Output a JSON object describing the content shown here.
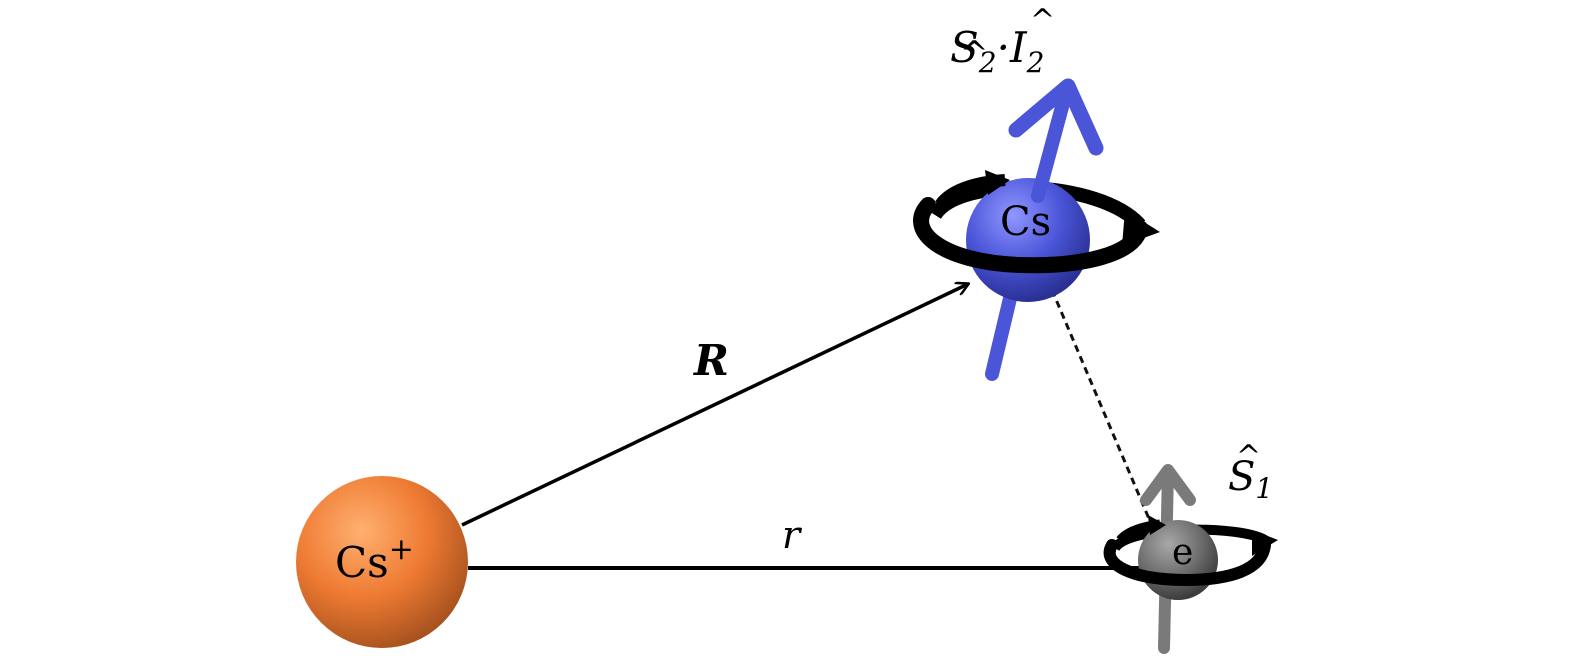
{
  "particles": {
    "ion": {
      "label": "Cs",
      "superscript": "+",
      "color": "#e8742e"
    },
    "atom": {
      "label": "Cs",
      "color": "#4b55d8"
    },
    "electron": {
      "label": "e",
      "color": "#6f6f6f"
    }
  },
  "vectors": {
    "R": {
      "label": "R"
    },
    "r": {
      "label": "r"
    }
  },
  "spins": {
    "atom": {
      "operator_s": "S",
      "operator_s_sub": "2",
      "dot": "·",
      "operator_i": "I",
      "operator_i_sub": "2",
      "color": "#4b55d8"
    },
    "electron": {
      "operator": "S",
      "operator_sub": "1",
      "color": "#6f6f6f"
    }
  },
  "icons": {
    "rotation": "rotation-arrow-icon",
    "spin": "spin-arrow-icon"
  }
}
